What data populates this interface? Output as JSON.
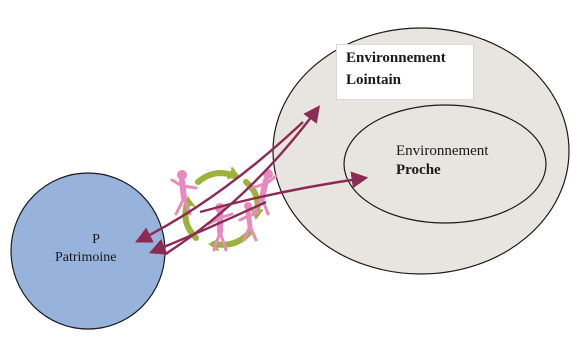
{
  "colors": {
    "outer_ellipse": "#e8e4e0",
    "inner_ellipse": "#e8e4e0",
    "patrimoine": "#97b2db",
    "arrow": "#8b2a55",
    "figures": "#e98abf",
    "recycle": "#9cb23a"
  },
  "far_env": {
    "line1": "Environnement",
    "line2": "Lointain"
  },
  "near_env": {
    "line1": "Environnement",
    "line2": "Proche"
  },
  "heritage": {
    "line1": "P",
    "line2": "Patrimoine"
  },
  "icons": [
    "dancing-people-icon",
    "recycle-arrows-icon"
  ]
}
